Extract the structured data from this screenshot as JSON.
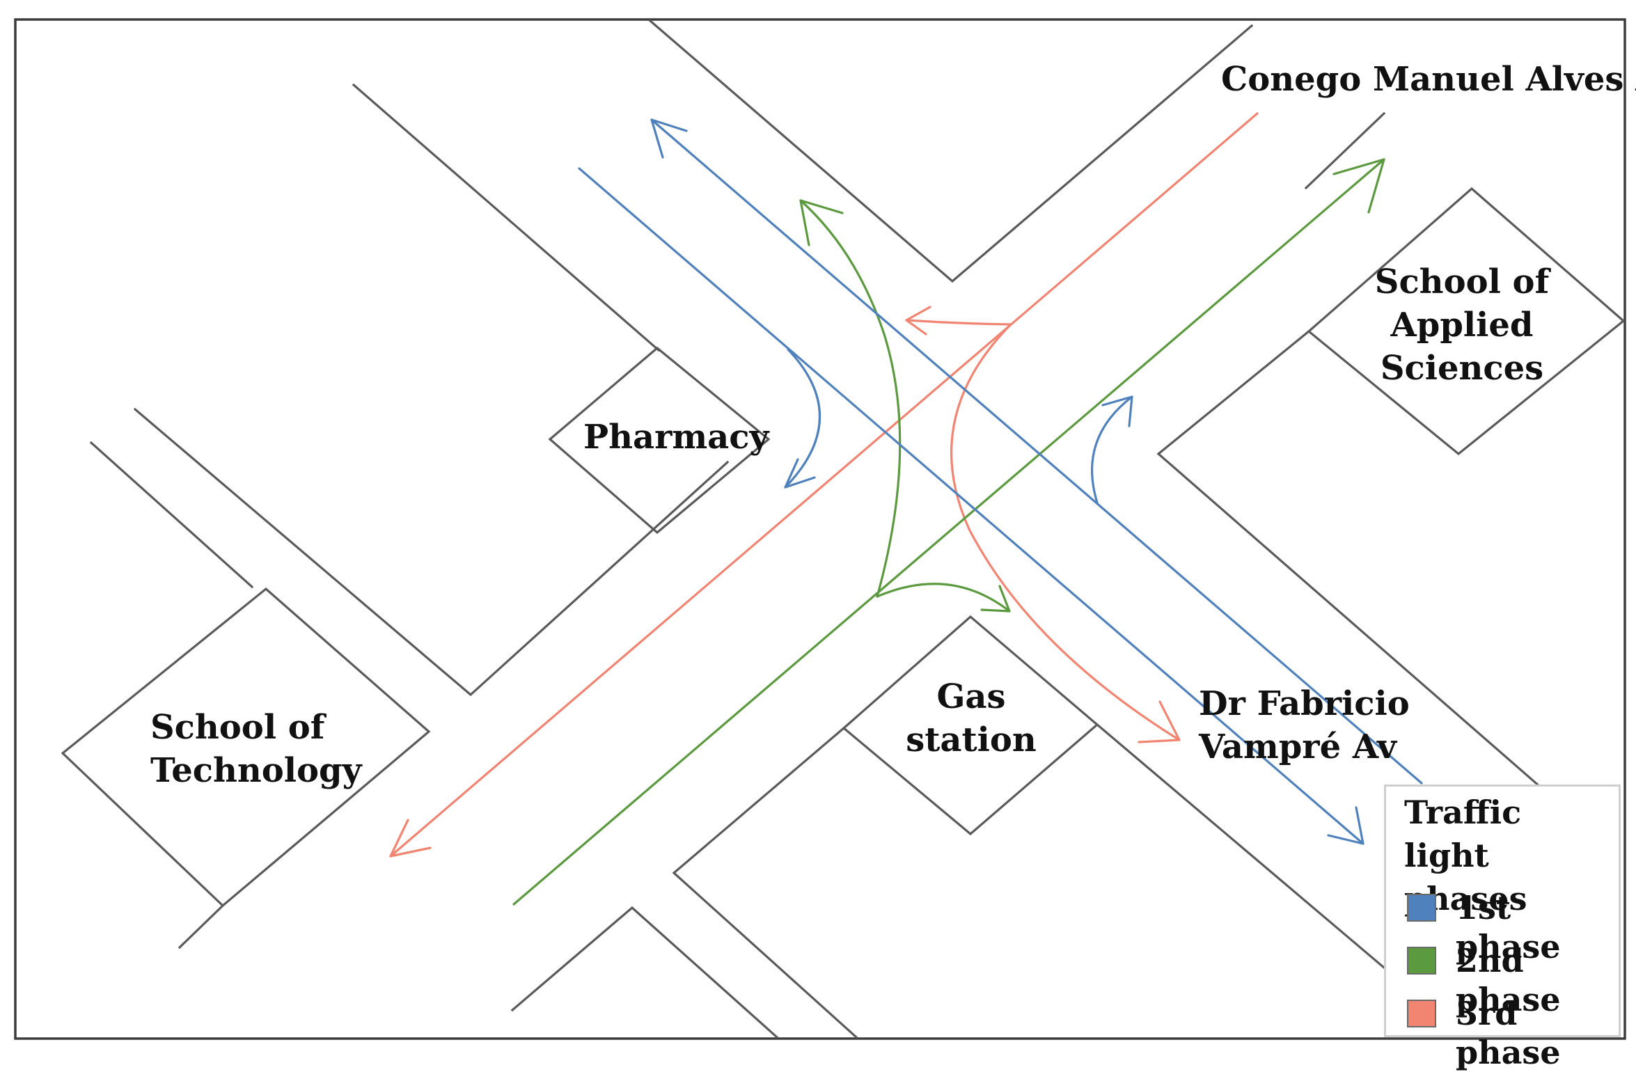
{
  "streets": {
    "top": "Conego Manuel Alves Av",
    "bottom_line1": "Dr Fabricio",
    "bottom_line2": "Vampré Av"
  },
  "buildings": {
    "pharmacy": "Pharmacy",
    "applied_line1": "School of",
    "applied_line2": "Applied",
    "applied_line3": "Sciences",
    "technology_line1": "School of",
    "technology_line2": "Technology",
    "gas_line1": "Gas",
    "gas_line2": "station"
  },
  "legend": {
    "title_line1": "Traffic light",
    "title_line2": "phases",
    "items": [
      {
        "label": "1st phase",
        "color": "#4f81bd"
      },
      {
        "label": "2nd phase",
        "color": "#5b9a3e"
      },
      {
        "label": "3rd phase",
        "color": "#f28472"
      }
    ]
  },
  "colors": {
    "phase1": "#4f81bd",
    "phase2": "#5b9a3e",
    "phase3": "#f28472",
    "road": "#5a5a5a"
  }
}
